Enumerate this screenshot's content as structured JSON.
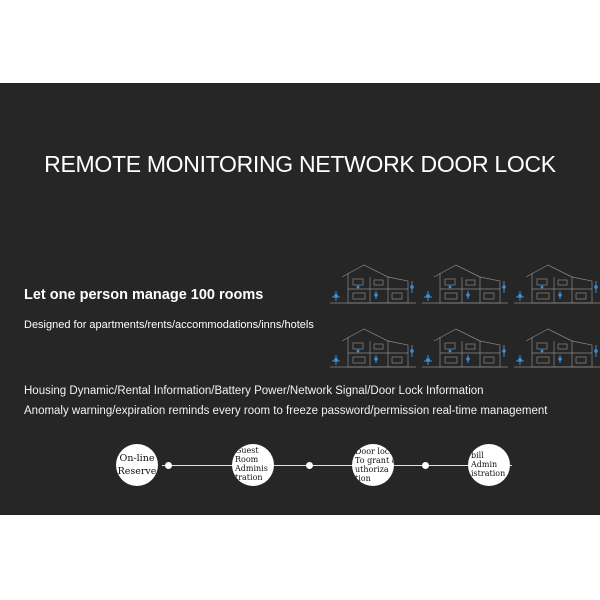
{
  "banner": {
    "title": "REMOTE MONITORING NETWORK DOOR LOCK",
    "tagline": "Let one person manage 100 rooms",
    "subline": "Designed for apartments/rents/accommodations/inns/hotels",
    "info_line_1": "Housing Dynamic/Rental Information/Battery Power/Network Signal/Door Lock Information",
    "info_line_2": "Anomaly warning/expiration reminds every room to freeze password/permission real-time management"
  },
  "house_icons": [
    {
      "icon": "house-floorplan-icon"
    },
    {
      "icon": "house-floorplan-icon"
    },
    {
      "icon": "house-floorplan-icon"
    },
    {
      "icon": "house-floorplan-icon"
    },
    {
      "icon": "house-floorplan-icon"
    },
    {
      "icon": "house-floorplan-icon"
    }
  ],
  "timeline": [
    {
      "lines": [
        "On-line",
        "Reserve"
      ]
    },
    {
      "lines": [
        "Guest",
        "Room",
        "Adminis",
        "tration"
      ]
    },
    {
      "lines": [
        "Door lock",
        "To grant a",
        "uthoriza",
        "tion"
      ]
    },
    {
      "lines": [
        "bill",
        "Admin",
        "istration"
      ]
    }
  ],
  "colors": {
    "background": "#262626",
    "text": "#ffffff",
    "accent_blue": "#3a8fd9"
  }
}
